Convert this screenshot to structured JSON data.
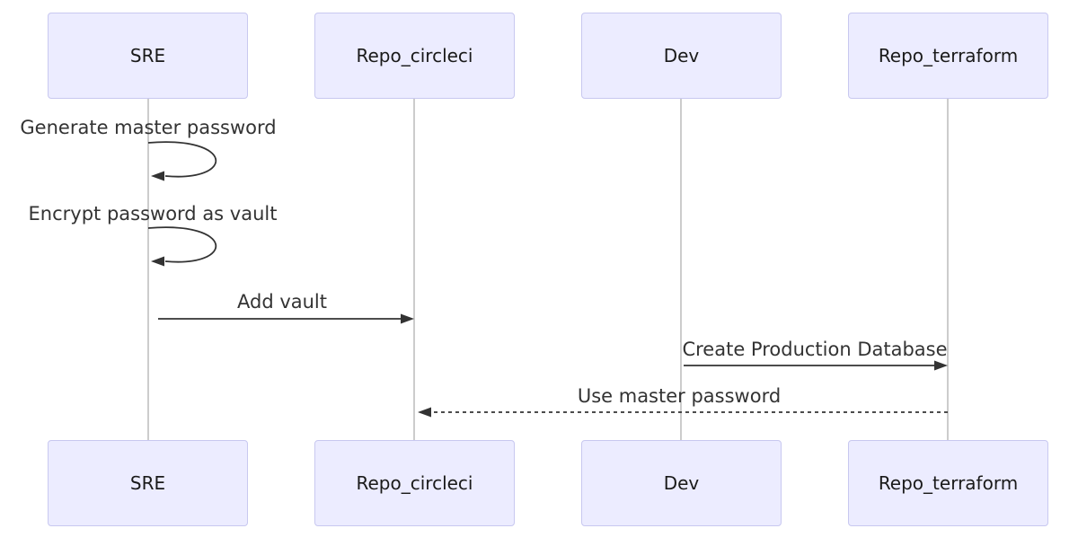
{
  "diagram": {
    "type": "sequence",
    "actors": [
      {
        "name": "SRE"
      },
      {
        "name": "Repo_circleci"
      },
      {
        "name": "Dev"
      },
      {
        "name": "Repo_terraform"
      }
    ],
    "messages": [
      {
        "from": "SRE",
        "to": "SRE",
        "label": "Generate master password",
        "style": "self-loop"
      },
      {
        "from": "SRE",
        "to": "SRE",
        "label": "Encrypt password as vault",
        "style": "self-loop"
      },
      {
        "from": "SRE",
        "to": "Repo_circleci",
        "label": "Add vault",
        "style": "solid-arrow"
      },
      {
        "from": "Dev",
        "to": "Repo_terraform",
        "label": "Create Production Database",
        "style": "solid-arrow"
      },
      {
        "from": "Repo_terraform",
        "to": "Repo_circleci",
        "label": "Use master password",
        "style": "dashed-arrow"
      }
    ],
    "colors": {
      "actor_fill": "#ECECFF",
      "actor_border": "#C8C8F0",
      "lifeline": "#999999",
      "arrow": "#333333",
      "text": "#333333",
      "background": "#FFFFFF"
    }
  }
}
